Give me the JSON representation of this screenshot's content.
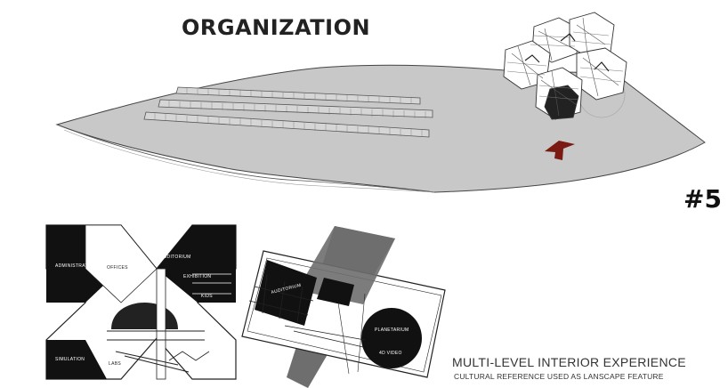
{
  "header": {
    "title": "ORGANIZATION",
    "number": "#5"
  },
  "caption": {
    "main": "MULTI-LEVEL INTERIOR EXPERIENCE",
    "sub": "CULTURAL REFERENCE USED AS LANSCAPE FEATURE"
  },
  "plan_left": {
    "labels": {
      "administrative": "ADMINISTRATIVE",
      "offices": "OFFICES",
      "auditorium": "AUDITORIUM",
      "exhibition": "EXHIBITION",
      "kids": "KIDS",
      "simulation": "SIMULATION",
      "labs": "LABS"
    }
  },
  "plan_right": {
    "labels": {
      "auditorium": "AUDITORIUM",
      "planetarium": "PLANETARIUM",
      "video": "4D VIDEO"
    }
  },
  "colors": {
    "site": "#c8c8c8",
    "arrow": "#7a1a12",
    "dark": "#111111",
    "band": "#6e6e6e"
  }
}
